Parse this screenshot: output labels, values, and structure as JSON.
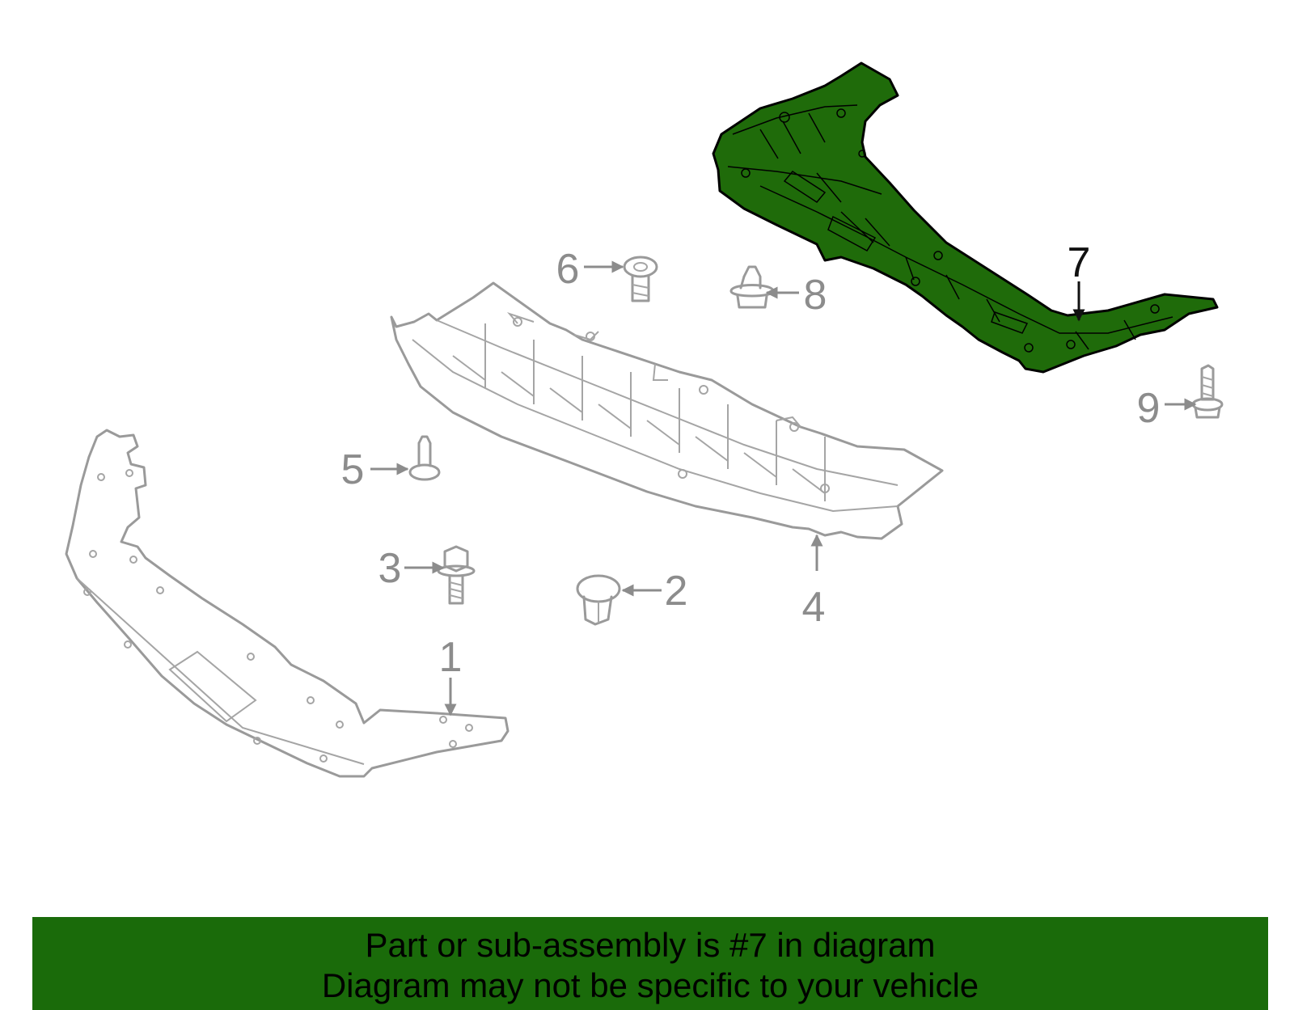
{
  "colors": {
    "highlight_part": "#1f6b0a",
    "banner_background": "#1a6b0a",
    "part_outline": "#9a9a9a",
    "callout_inactive": "#8c8c8c",
    "callout_active": "#111111"
  },
  "callouts": {
    "c1": "1",
    "c2": "2",
    "c3": "3",
    "c4": "4",
    "c5": "5",
    "c6": "6",
    "c7": "7",
    "c8": "8",
    "c9": "9"
  },
  "banner": {
    "line1": "Part or sub-assembly is #7 in diagram",
    "line2": "Diagram may not be specific to your vehicle"
  }
}
